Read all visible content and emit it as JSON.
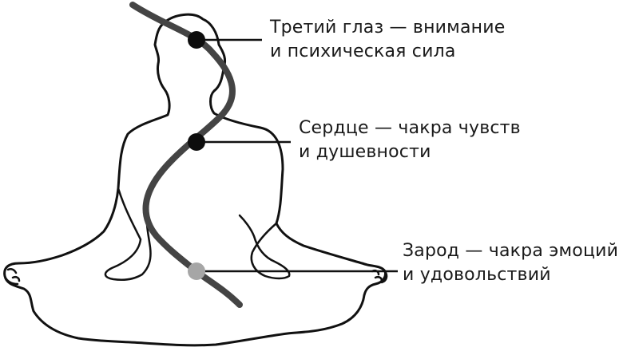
{
  "colors": {
    "outline": "#111111",
    "channel": "#444444",
    "point_dark": "#0d0d0d",
    "point_light": "#a6a6a6",
    "leader": "#111111",
    "text": "#1a1a1a"
  },
  "chakras": [
    {
      "id": "third-eye",
      "line1": "Третий глаз — внимание",
      "line2": "и психическая сила",
      "marker": "point_dark"
    },
    {
      "id": "heart",
      "line1": "Сердце — чакра чувств",
      "line2": "и душевности",
      "marker": "point_dark"
    },
    {
      "id": "zarod",
      "line1": "Зарод — чакра эмоций",
      "line2": "и удовольствий",
      "marker": "point_light"
    }
  ]
}
